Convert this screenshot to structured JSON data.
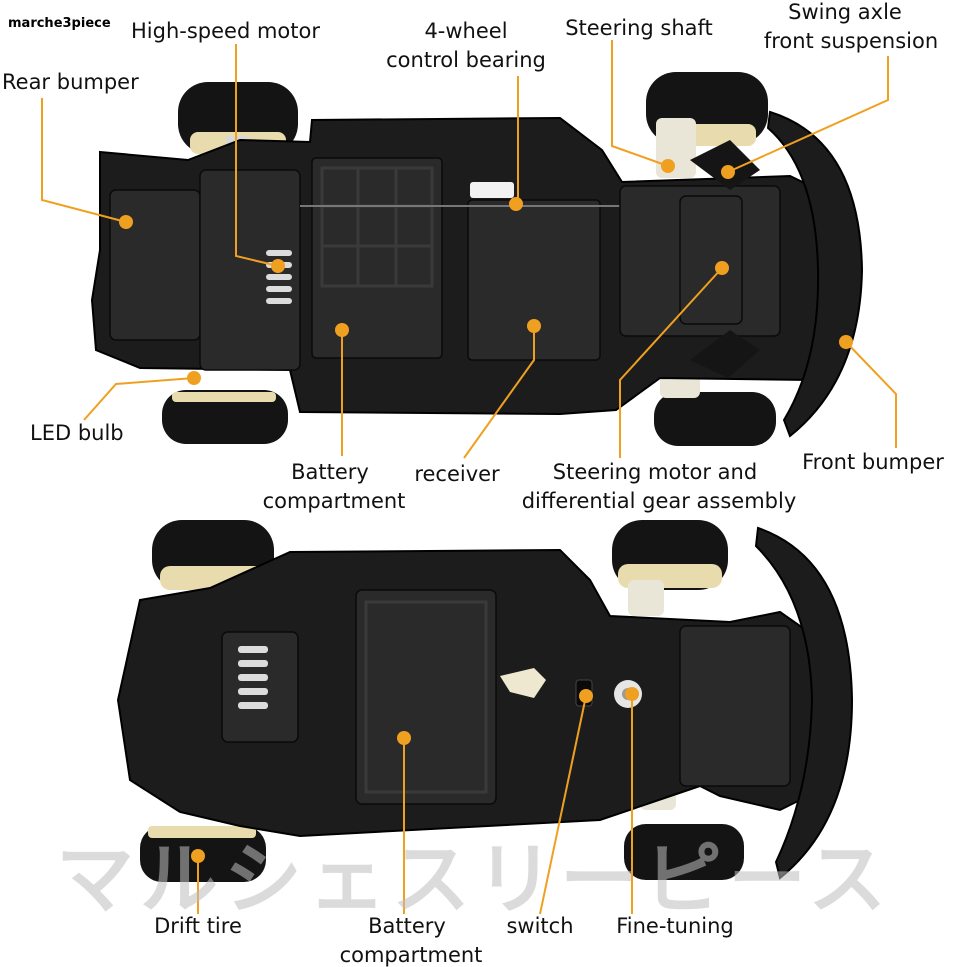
{
  "watermark": "marche3piece",
  "watermark_jp": "マルシェスリーピース",
  "labels": {
    "high_speed_motor": "High-speed motor",
    "four_wheel_line1": "4-wheel",
    "four_wheel_line2": "control bearing",
    "steering_shaft": "Steering shaft",
    "swing_axle_line1": "Swing axle",
    "swing_axle_line2": "front suspension",
    "rear_bumper": "Rear bumper",
    "led_bulb": "LED bulb",
    "battery_top_line1": "Battery",
    "battery_top_line2": "compartment",
    "receiver": "receiver",
    "steering_motor_line1": "Steering motor and",
    "steering_motor_line2": "differential gear assembly",
    "front_bumper": "Front bumper",
    "drift_tire": "Drift tire",
    "battery_bottom_line1": "Battery",
    "battery_bottom_line2": "compartment",
    "switch": "switch",
    "fine_tuning": "Fine-tuning"
  },
  "colors": {
    "leader": "#f0a020",
    "chassis": "#1c1c1c",
    "rim": "#e8dcae"
  }
}
